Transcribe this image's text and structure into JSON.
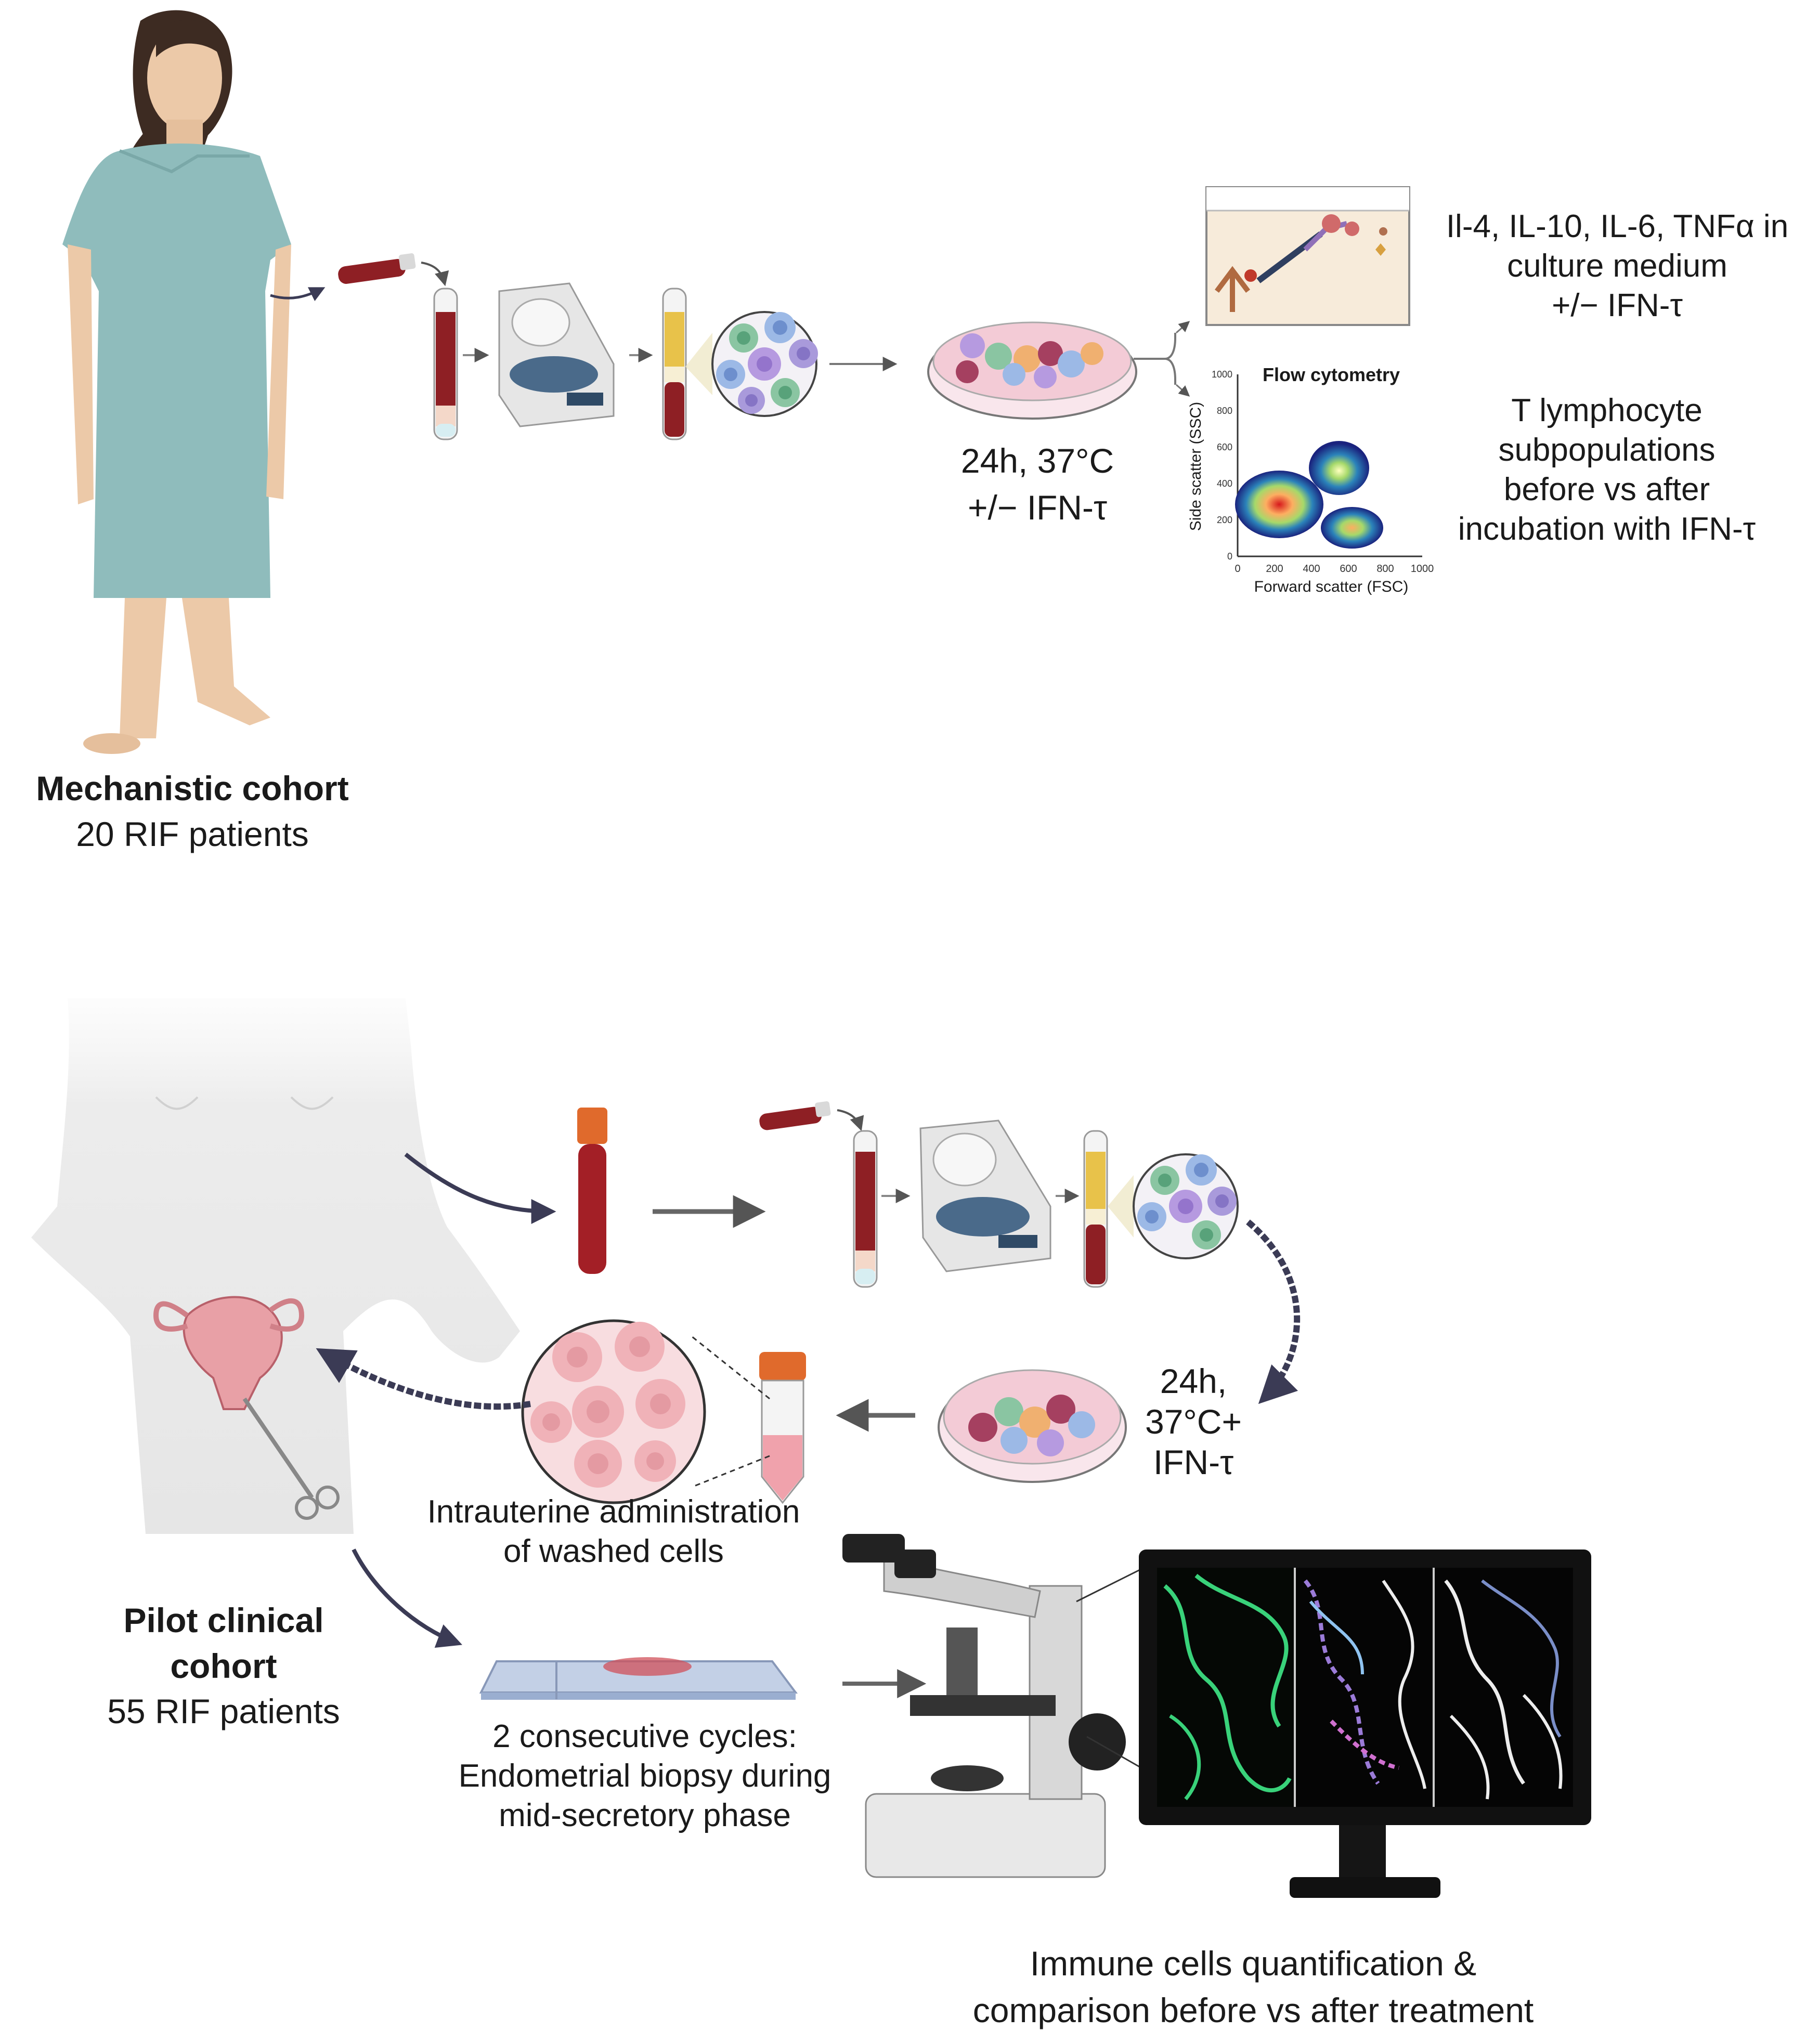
{
  "top": {
    "cohort_title": "Mechanistic cohort",
    "cohort_subtitle": "20 RIF patients",
    "incubation_line1": "24h, 37°C",
    "incubation_line2": "+/− IFN-τ",
    "cytokines_line1": "Il-4, IL-10, IL-6, TNFα in",
    "cytokines_line2": "culture medium",
    "cytokines_line3": "+/− IFN-τ",
    "tcell_line1": "T lymphocyte",
    "tcell_line2": "subpopulations",
    "tcell_line3": "before vs after",
    "tcell_line4": "incubation with IFN-τ",
    "flow": {
      "title": "Flow cytometry",
      "xlabel": "Forward scatter (FSC)",
      "ylabel": "Side scatter (SSC)",
      "xticks": [
        "0",
        "200",
        "400",
        "600",
        "800",
        "1000"
      ],
      "yticks": [
        "0",
        "200",
        "400",
        "600",
        "800",
        "1000"
      ]
    }
  },
  "bottom": {
    "cohort_title_line1": "Pilot clinical",
    "cohort_title_line2": "cohort",
    "cohort_subtitle": "55 RIF patients",
    "incubation_line1": "24h,",
    "incubation_line2": "37°C+",
    "incubation_line3": "IFN-τ",
    "admin_line1": "Intrauterine administration",
    "admin_line2": "of washed cells",
    "biopsy_line1": "2 consecutive cycles:",
    "biopsy_line2": "Endometrial biopsy during",
    "biopsy_line3": "mid-secretory phase",
    "quant_line1": "Immune cells quantification &",
    "quant_line2": "comparison before vs after treatment"
  },
  "colors": {
    "gown": "#8fbcbc",
    "skin": "#ecc9a8",
    "blood": "#8e1f24",
    "plasma": "#e8c24a",
    "dish": "#f3cbd6",
    "cap": "#e06a2c",
    "arrow": "#3b3b55"
  }
}
